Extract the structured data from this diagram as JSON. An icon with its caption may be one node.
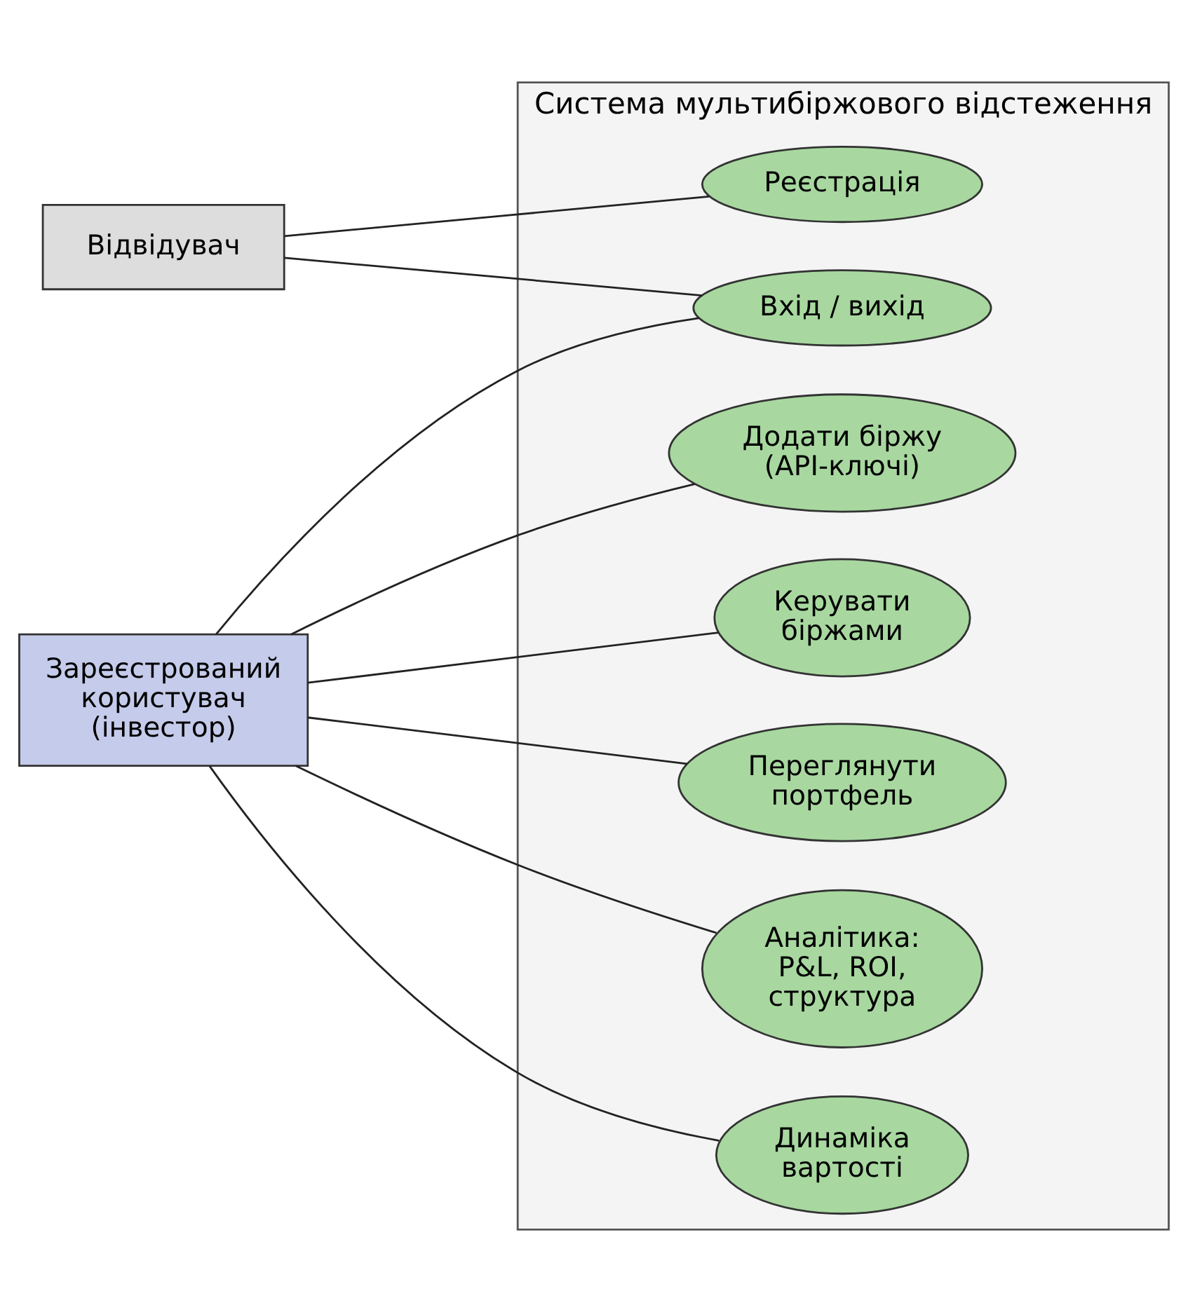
{
  "diagram": {
    "nodes": [
      {
        "text": [
          "Система мультибіржового відстеження"
        ]
      },
      {
        "text": [
          "Відвідувач"
        ]
      },
      {
        "text": [
          "Зареєстрований користувач (інвестор)"
        ]
      },
      {
        "text": [
          "Реєстрація"
        ],
        "in": 0
      },
      {
        "text": [
          "Вхід / вихід"
        ],
        "in": 0
      },
      {
        "text": [
          "Додати біржу (API-ключі)"
        ],
        "in": 0
      },
      {
        "text": [
          "Керувати біржами"
        ],
        "in": 0
      },
      {
        "text": [
          "Переглянути портфель"
        ],
        "in": 0
      },
      {
        "text": [
          "Аналітика: P&L, ROI, структура"
        ],
        "in": 0
      },
      {
        "text": [
          "Динаміка вартості"
        ],
        "in": 0
      }
    ],
    "edges": [
      {
        "from": 1,
        "to": 3,
        "arrow": "none"
      },
      {
        "from": 1,
        "to": 4,
        "arrow": "none"
      },
      {
        "from": 2,
        "to": 4,
        "arrow": "none"
      },
      {
        "from": 2,
        "to": 5,
        "arrow": "none"
      },
      {
        "from": 2,
        "to": 6,
        "arrow": "none"
      },
      {
        "from": 2,
        "to": 7,
        "arrow": "none"
      },
      {
        "from": 2,
        "to": 8,
        "arrow": "none"
      },
      {
        "from": 2,
        "to": 9,
        "arrow": "none"
      }
    ]
  }
}
